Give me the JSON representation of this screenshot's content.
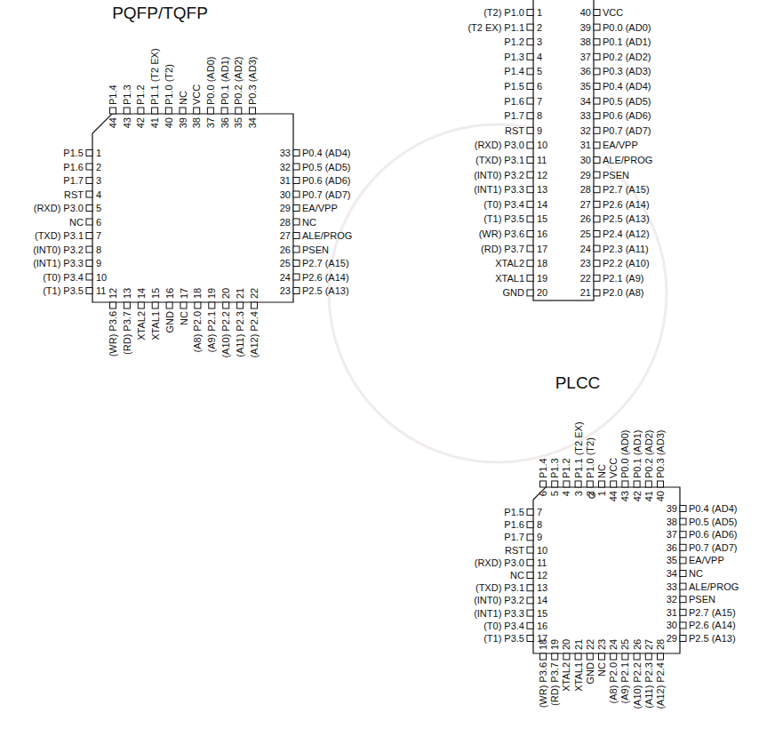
{
  "diagram": {
    "labels": [
      "PQFP/TQFP",
      "1",
      "P1.5",
      "2",
      "P1.6",
      "3",
      "P1.7",
      "4",
      "RST",
      "5",
      "(RXD) P3.0",
      "6",
      "NC",
      "7",
      "(TXD) P3.1",
      "8",
      "(INT0) P3.2",
      "9",
      "(INT1) P3.3",
      "10",
      "(T0) P3.4",
      "11",
      "(T1) P3.5",
      "12",
      "(WR) P3.6",
      "13",
      "(RD) P3.7",
      "14",
      "XTAL2",
      "15",
      "XTAL1",
      "16",
      "GND",
      "17",
      "NC",
      "18",
      "(A8) P2.0",
      "19",
      "(A9) P2.1",
      "20",
      "(A10) P2.2",
      "21",
      "(A11) P2.3",
      "22",
      "(A12) P2.4",
      "23",
      "P2.5 (A13)",
      "24",
      "P2.6 (A14)",
      "25",
      "P2.7 (A15)",
      "26",
      "PSEN",
      "27",
      "ALE/PROG",
      "28",
      "NC",
      "29",
      "EA/VPP",
      "30",
      "P0.7 (AD7)",
      "31",
      "P0.6 (AD6)",
      "32",
      "P0.5 (AD5)",
      "33",
      "P0.4 (AD4)",
      "34",
      "P0.3 (AD3)",
      "35",
      "P0.2 (AD2)",
      "36",
      "P0.1 (AD1)",
      "37",
      "P0.0 (AD0)",
      "38",
      "VCC",
      "39",
      "NC",
      "40",
      "P1.0 (T2)",
      "41",
      "P1.1 (T2 EX)",
      "42",
      "P1.2",
      "43",
      "P1.3",
      "44",
      "P1.4",
      "1",
      "(T2) P1.0",
      "2",
      "(T2 EX) P1.1",
      "3",
      "P1.2",
      "4",
      "P1.3",
      "5",
      "P1.4",
      "6",
      "P1.5",
      "7",
      "P1.6",
      "8",
      "P1.7",
      "9",
      "RST",
      "10",
      "(RXD) P3.0",
      "11",
      "(TXD) P3.1",
      "12",
      "(INT0) P3.2",
      "13",
      "(INT1) P3.3",
      "14",
      "(T0) P3.4",
      "15",
      "(T1) P3.5",
      "16",
      "(WR) P3.6",
      "17",
      "(RD) P3.7",
      "18",
      "XTAL2",
      "19",
      "XTAL1",
      "20",
      "GND",
      "21",
      "P2.0 (A8)",
      "22",
      "P2.1 (A9)",
      "23",
      "P2.2 (A10)",
      "24",
      "P2.3 (A11)",
      "25",
      "P2.4 (A12)",
      "26",
      "P2.5 (A13)",
      "27",
      "P2.6 (A14)",
      "28",
      "P2.7 (A15)",
      "29",
      "PSEN",
      "30",
      "ALE/PROG",
      "31",
      "EA/VPP",
      "32",
      "P0.7 (AD7)",
      "33",
      "P0.6 (AD6)",
      "34",
      "P0.5 (AD5)",
      "35",
      "P0.4 (AD4)",
      "36",
      "P0.3 (AD3)",
      "37",
      "P0.2 (AD2)",
      "38",
      "P0.1 (AD1)",
      "39",
      "P0.0 (AD0)",
      "40",
      "VCC",
      "PLCC",
      "1",
      "NC",
      "2",
      "P1.0 (T2)",
      "3",
      "P1.1 (T2 EX)",
      "4",
      "P1.2",
      "5",
      "P1.3",
      "6",
      "P1.4",
      "7",
      "P1.5",
      "8",
      "P1.6",
      "9",
      "P1.7",
      "10",
      "RST",
      "11",
      "(RXD) P3.0",
      "12",
      "NC",
      "13",
      "(TXD) P3.1",
      "14",
      "(INT0) P3.2",
      "15",
      "(INT1) P3.3",
      "16",
      "(T0) P3.4",
      "17",
      "(T1) P3.5",
      "18",
      "(WR) P3.6",
      "19",
      "(RD) P3.7",
      "20",
      "XTAL2",
      "21",
      "XTAL1",
      "22",
      "GND",
      "23",
      "NC",
      "24",
      "(A8) P2.0",
      "25",
      "(A9) P2.1",
      "26",
      "(A10) P2.2",
      "27",
      "(A11) P2.3",
      "28",
      "(A12) P2.4",
      "29",
      "P2.5 (A13)",
      "30",
      "P2.6 (A14)",
      "31",
      "P2.7 (A15)",
      "32",
      "PSEN",
      "33",
      "ALE/PROG",
      "34",
      "NC",
      "35",
      "EA/VPP",
      "36",
      "P0.7 (AD7)",
      "37",
      "P0.6 (AD6)",
      "38",
      "P0.5 (AD5)",
      "39",
      "P0.4 (AD4)",
      "40",
      "P0.3 (AD3)",
      "41",
      "P0.2 (AD2)",
      "42",
      "P0.1 (AD1)",
      "43",
      "P0.0 (AD0)",
      "44",
      "VCC"
    ]
  }
}
